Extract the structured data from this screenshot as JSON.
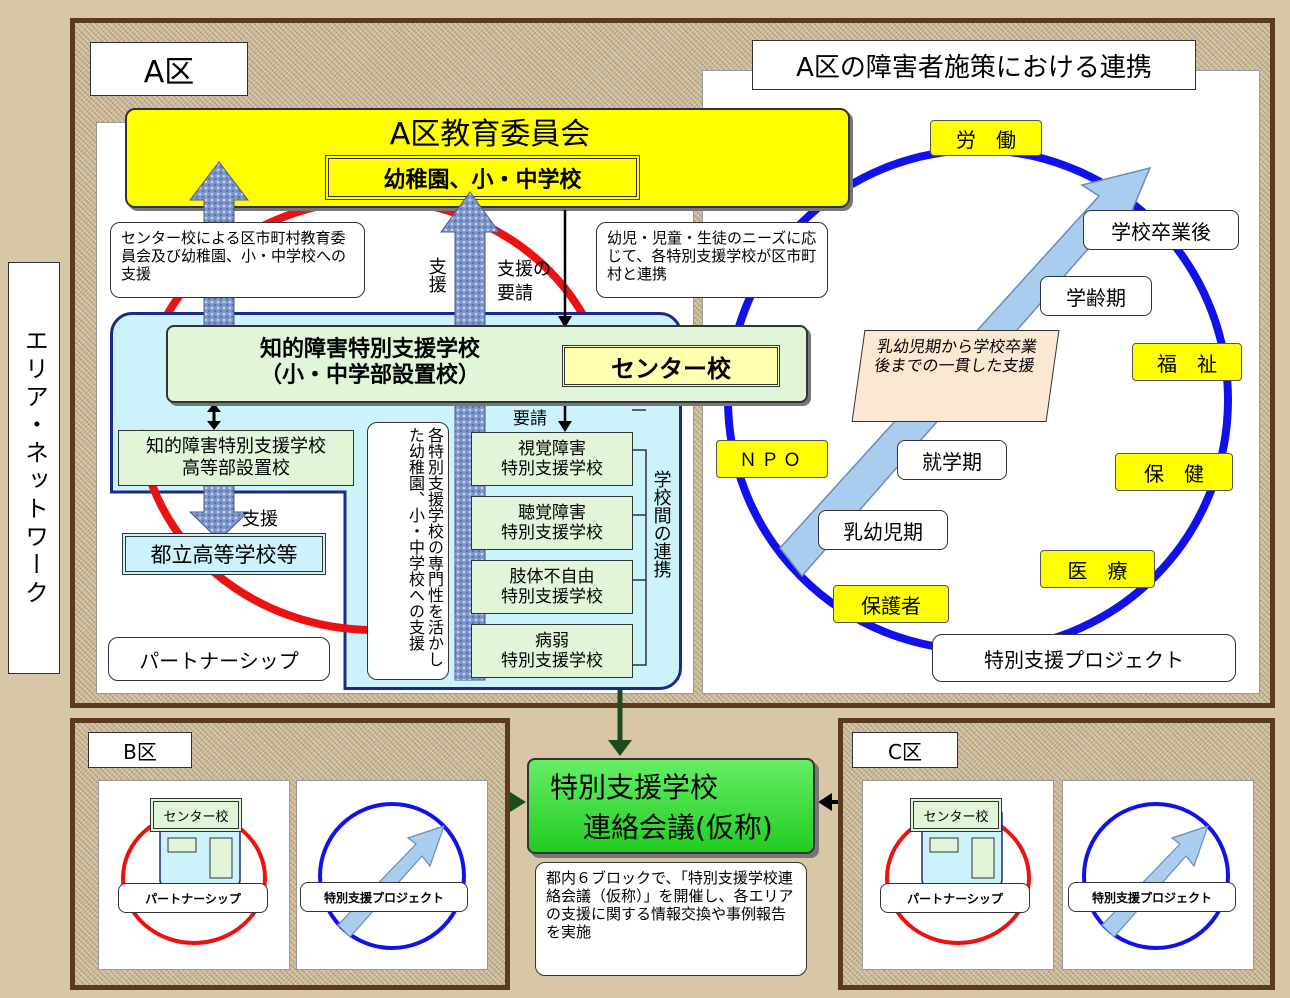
{
  "side_label": "エリア・ネットワーク",
  "region_a": {
    "title": "A区",
    "policy_title": "A区の障害者施策における連携",
    "board": "A区教育委員会",
    "schools": "幼稚園、小・中学校",
    "support_note": "センター校による区市町村教育委員会及び幼稚園、小・中学校への支援",
    "support": "支援",
    "request_support": "支援の要請",
    "needs_note": "幼児・児童・生徒のニーズに応じて、各特別支援学校が区市町村と連携",
    "center_school_main": "知的障害特別支援学校\n（小・中学部設置校）",
    "center_label": "センター校",
    "high_school_section": "知的障害特別支援学校\n高等部設置校",
    "support2": "支援",
    "metro_high": "都立高等学校等",
    "request": "要請",
    "expertise_note": "各特別支援学校の専門性を活かした幼稚園、小・中学校への支援",
    "special_schools": [
      "視覚障害\n特別支援学校",
      "聴覚障害\n特別支援学校",
      "肢体不自由\n特別支援学校",
      "病弱\n特別支援学校"
    ],
    "inter_school": "学校間の連携",
    "partnership": "パートナーシップ",
    "labor": "労　働",
    "welfare": "福　祉",
    "health": "保　健",
    "medical": "医　療",
    "guardian": "保護者",
    "npo": "ＮＰＯ",
    "after_grad": "学校卒業後",
    "school_age": "学齢期",
    "pre_school": "就学期",
    "infant": "乳幼児期",
    "consistent_support": "乳幼児期から学校卒業後までの一貫した支援",
    "project": "特別支援プロジェクト"
  },
  "region_b": {
    "title": "B区",
    "center": "センター校",
    "partnership": "パートナーシップ",
    "project": "特別支援プロジェクト"
  },
  "region_c": {
    "title": "C区",
    "center": "センター校",
    "partnership": "パートナーシップ",
    "project": "特別支援プロジェクト"
  },
  "council": {
    "line1": "特別支援学校",
    "line2": "連絡会議(仮称)"
  },
  "council_note": "都内６ブロックで、「特別支援学校連絡会議（仮称）」を開催し、各エリアの支援に関する情報交換や事例報告を実施",
  "colors": {
    "yellow": "#ffff00",
    "green": "#33cc33",
    "red": "#ee1111",
    "blue": "#1111ee",
    "frame": "#5c3a1e"
  }
}
